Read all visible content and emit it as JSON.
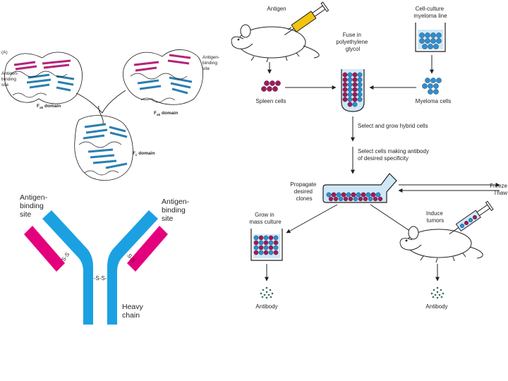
{
  "crystal_structure": {
    "panel_letter": "(A)",
    "left_site": [
      "Antigen-",
      "binding",
      "site"
    ],
    "right_site": [
      "Antigen-",
      "binding",
      "site"
    ],
    "fab_left": "F",
    "fab_left_sub": "ab",
    "fab_left_suffix": " domain",
    "fab_right": "F",
    "fab_right_sub": "ab",
    "fab_right_suffix": " domain",
    "fc": "F",
    "fc_sub": "c",
    "fc_suffix": " domain"
  },
  "antibody_schematic": {
    "left_site": [
      "Antigen-",
      "binding",
      "site"
    ],
    "right_site": [
      "Antigen-",
      "binding",
      "site"
    ],
    "ss_left": "S-S",
    "ss_right": "S-S",
    "ss_center": "-S-S-",
    "heavy_chain": [
      "Heavy",
      "chain"
    ],
    "colors": {
      "heavy": "#1ba1e2",
      "light": "#e4007c"
    }
  },
  "hybridoma": {
    "antigen": "Antigen",
    "myeloma_line": [
      "Cell-culture",
      "myeloma line"
    ],
    "fuse": [
      "Fuse in",
      "polyethylene",
      "glycol"
    ],
    "spleen_cells": "Spleen cells",
    "myeloma_cells": "Myeloma cells",
    "step_select_grow": "Select and grow hybrid cells",
    "step_select_antibody": [
      "Select cells making antibody",
      "of desired specificity"
    ],
    "propagate": [
      "Propagate",
      "desired",
      "clones"
    ],
    "freeze": "Freeze",
    "thaw": "Thaw",
    "grow_mass": [
      "Grow in",
      "mass culture"
    ],
    "induce_tumors": [
      "Induce",
      "tumors"
    ],
    "antibody_left": "Antibody",
    "antibody_right": "Antibody",
    "colors": {
      "spleen": "#a3195b",
      "myeloma": "#2b8fd6",
      "syringe": "#f1c40f",
      "fluid": "#cfe8f7"
    }
  }
}
